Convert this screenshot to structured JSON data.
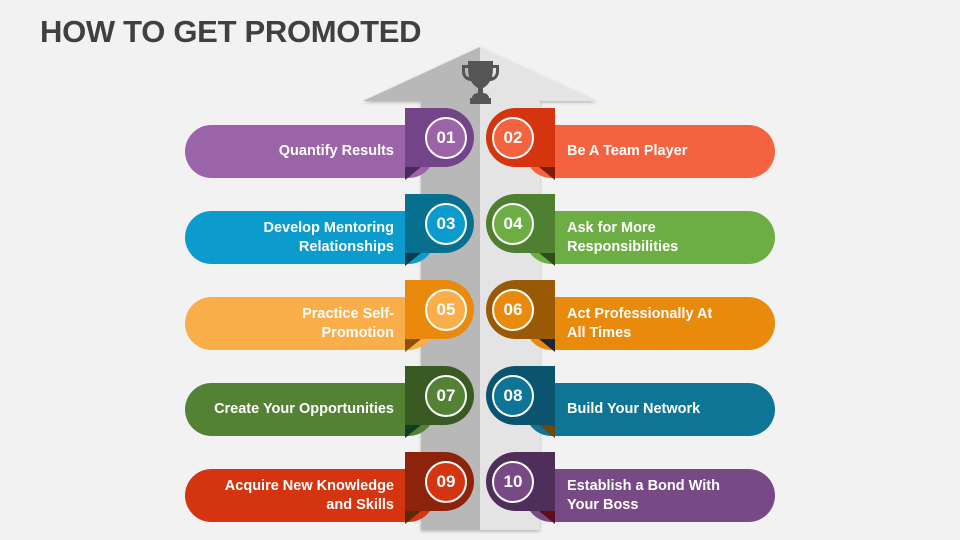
{
  "title": "HOW TO GET PROMOTED",
  "arrow": {
    "icon": "trophy-icon",
    "colors": {
      "left": "#b8b8b8",
      "right": "#e4e4e4",
      "trophy": "#555555"
    }
  },
  "steps": [
    {
      "number": "01",
      "label": "Quantify Results",
      "side": "left",
      "pill": "#9b63a8",
      "tab": "#744488",
      "fold": "#4a2a5a"
    },
    {
      "number": "02",
      "label": "Be A Team Player",
      "side": "right",
      "pill": "#f4623f",
      "tab": "#d4350f",
      "fold": "#7a1c08"
    },
    {
      "number": "03",
      "label": "Develop Mentoring\nRelationships",
      "side": "left",
      "pill": "#0b9ccd",
      "tab": "#08708f",
      "fold": "#063e50"
    },
    {
      "number": "04",
      "label": "Ask for More\nResponsibilities",
      "side": "right",
      "pill": "#6dae44",
      "tab": "#4f7f30",
      "fold": "#2f4d1c"
    },
    {
      "number": "05",
      "label": "Practice Self-\nPromotion",
      "side": "left",
      "pill": "#f9ae4a",
      "tab": "#e98a0c",
      "fold": "#8a5206"
    },
    {
      "number": "06",
      "label": "Act Professionally At\nAll Times",
      "side": "right",
      "pill": "#e98a0c",
      "tab": "#9a5a05",
      "fold": "#1f2430"
    },
    {
      "number": "07",
      "label": "Create Your Opportunities",
      "side": "left",
      "pill": "#548235",
      "tab": "#3a5a23",
      "fold": "#0e3f22"
    },
    {
      "number": "08",
      "label": "Build Your Network",
      "side": "right",
      "pill": "#0f7596",
      "tab": "#0b5470",
      "fold": "#6a4a06"
    },
    {
      "number": "09",
      "label": "Acquire New Knowledge\nand Skills",
      "side": "left",
      "pill": "#d4340f",
      "tab": "#8e230c",
      "fold": "#5a2a06"
    },
    {
      "number": "10",
      "label": "Establish a Bond With\nYour Boss",
      "side": "right",
      "pill": "#774a85",
      "tab": "#4f2e5a",
      "fold": "#5a0f1a"
    }
  ]
}
